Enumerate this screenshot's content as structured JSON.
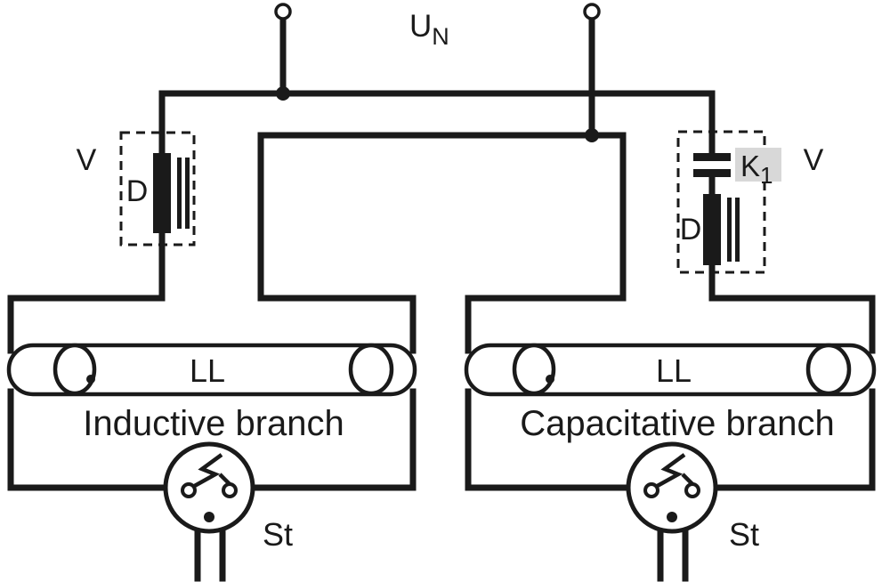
{
  "supply": {
    "label": "U",
    "subscript": "N"
  },
  "left_branch": {
    "box_label": "V",
    "ballast_label": "D",
    "lamp_label": "LL",
    "name": "Inductive branch",
    "starter_label": "St"
  },
  "right_branch": {
    "box_label": "V",
    "capacitor_label": "K",
    "capacitor_subscript": "1",
    "ballast_label": "D",
    "lamp_label": "LL",
    "name": "Capacitative branch",
    "starter_label": "St"
  },
  "colors": {
    "line": "#1a1a1a",
    "background": "#ffffff",
    "highlight_bg": "#d8d8d8",
    "highlight_text": "#6e6e6e"
  }
}
